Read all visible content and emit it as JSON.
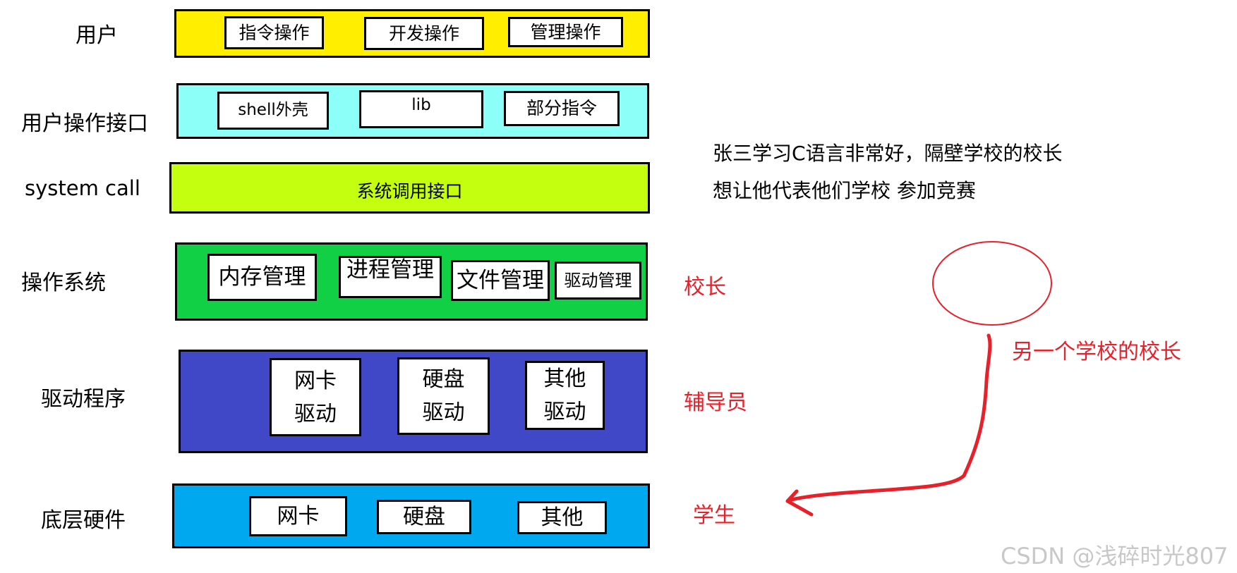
{
  "layers": {
    "user": {
      "label": "用户",
      "color": "#ffee00",
      "items": [
        "指令操作",
        "开发操作",
        "管理操作"
      ]
    },
    "user_interface": {
      "label": "用户操作接口",
      "color": "#8cfff8",
      "items": [
        "shell外壳",
        "lib",
        "部分指令"
      ]
    },
    "system_call": {
      "label": "system call",
      "color": "#c4ff10",
      "text": "系统调用接口"
    },
    "os": {
      "label": "操作系统",
      "color": "#12d046",
      "items": [
        "内存管理",
        "进程管理",
        "文件管理",
        "驱动管理"
      ]
    },
    "drivers": {
      "label": "驱动程序",
      "color": "#4048c8",
      "items": [
        [
          "网卡",
          "驱动"
        ],
        [
          "硬盘",
          "驱动"
        ],
        [
          "其他",
          "驱动"
        ]
      ]
    },
    "hardware": {
      "label": "底层硬件",
      "color": "#00a8f0",
      "items": [
        "网卡",
        "硬盘",
        "其他"
      ]
    }
  },
  "analogy": {
    "note_line1": "张三学习C语言非常好，隔壁学校的校长",
    "note_line2": "想让他代表他们学校 参加竞赛",
    "principal": "校长",
    "counselor": "辅导员",
    "student": "学生",
    "other_principal": "另一个学校的校长",
    "accent_color": "#e8202a"
  },
  "watermark": "CSDN @浅碎时光807"
}
